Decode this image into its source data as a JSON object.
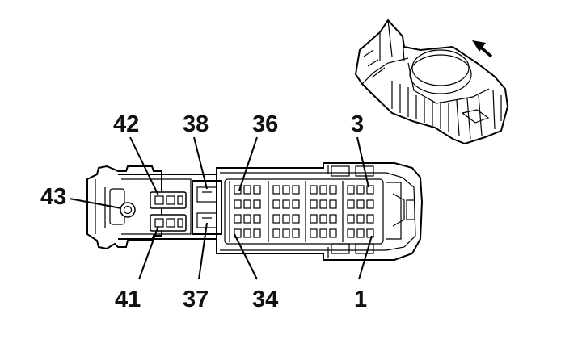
{
  "labels": {
    "pin_42": "42",
    "pin_38": "38",
    "pin_36": "36",
    "pin_3": "3",
    "pin_43": "43",
    "pin_41": "41",
    "pin_37": "37",
    "pin_34": "34",
    "pin_1": "1"
  },
  "icons": {
    "arrow": "insertion-direction-arrow",
    "connector": "connector-face-outline",
    "perspective": "connector-3d-view"
  }
}
